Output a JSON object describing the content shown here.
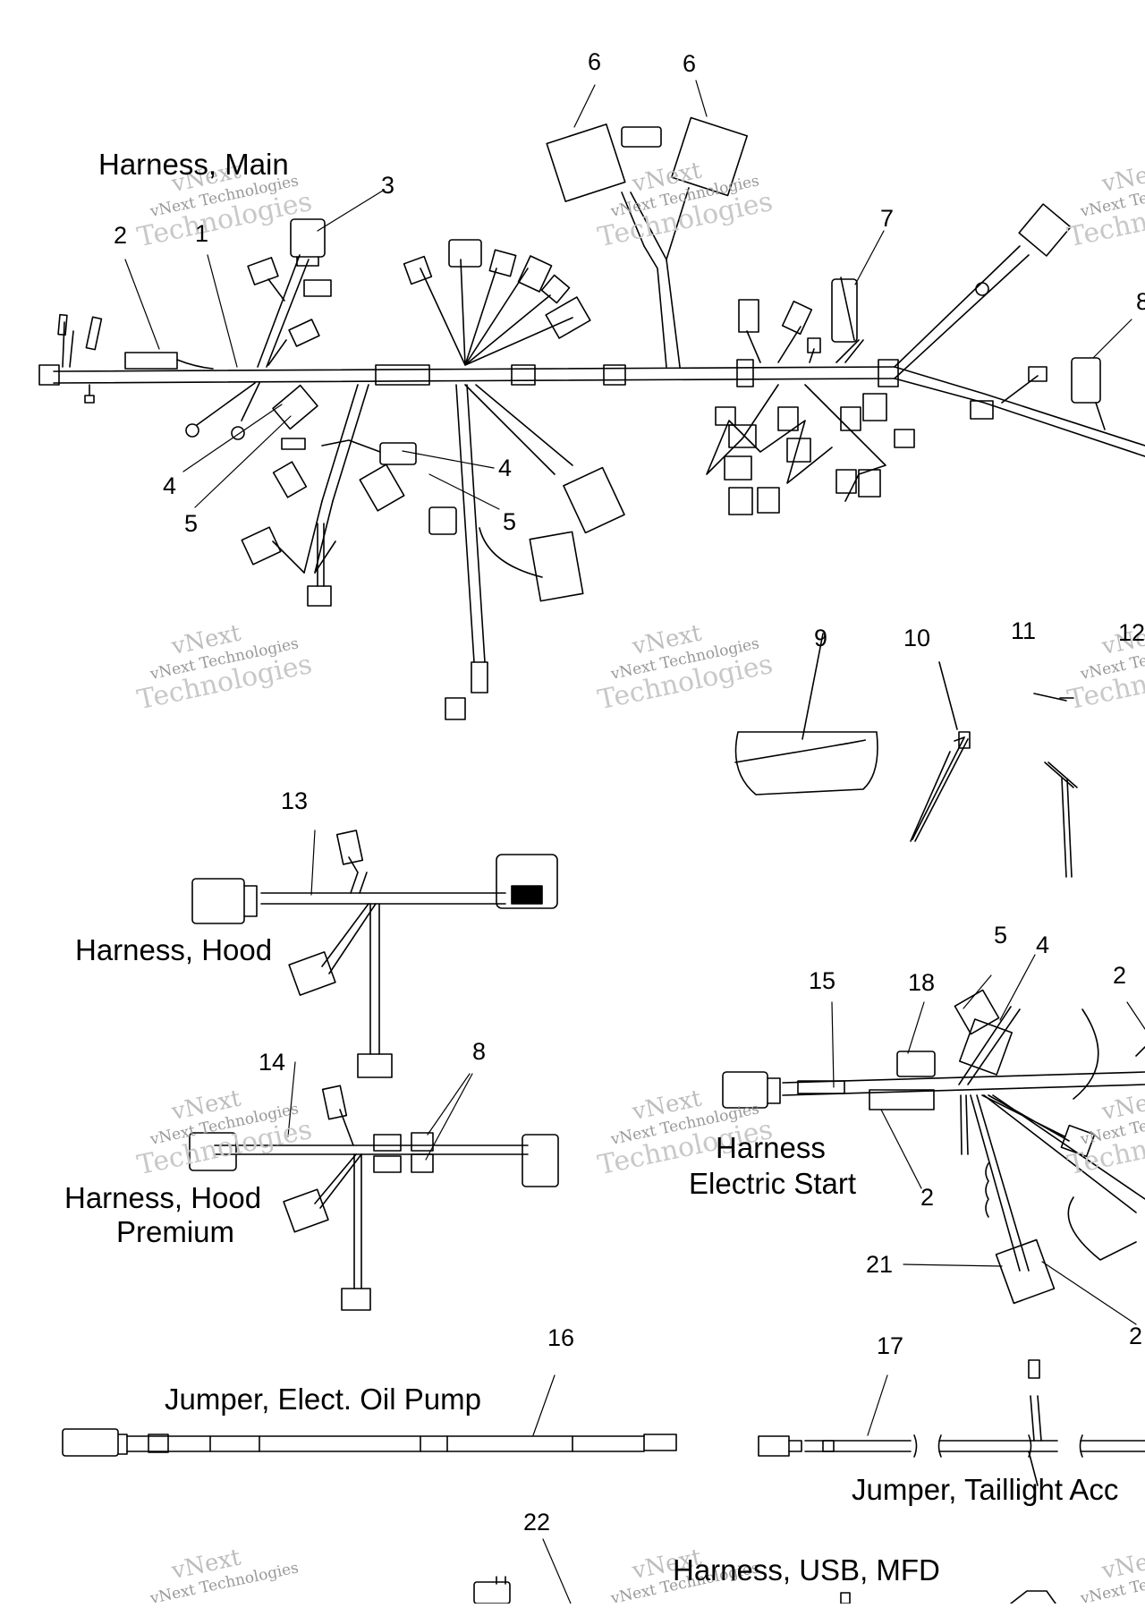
{
  "titles": {
    "harness_main": "Harness, Main",
    "harness_hood": "Harness, Hood",
    "harness_hood_premium_1": "Harness, Hood",
    "harness_hood_premium_2": "Premium",
    "harness_electric_start_1": "Harness",
    "harness_electric_start_2": "Electric Start",
    "jumper_oil_pump": "Jumper, Elect. Oil Pump",
    "jumper_taillight": "Jumper, Taillight Acc",
    "harness_usb_mfd": "Harness, USB, MFD"
  },
  "callouts": {
    "c1": "1",
    "c2a": "2",
    "c3": "3",
    "c4a": "4",
    "c5a": "5",
    "c4b": "4",
    "c5b": "5",
    "c6a": "6",
    "c6b": "6",
    "c7": "7",
    "c8a": "8",
    "c9": "9",
    "c10": "10",
    "c11": "11",
    "c12": "12",
    "c13": "13",
    "c14": "14",
    "c8b": "8",
    "c15": "15",
    "c18": "18",
    "c5c": "5",
    "c4c": "4",
    "c2b": "2",
    "c2c": "2",
    "c21": "21",
    "c20": "2",
    "c16": "16",
    "c17": "17",
    "c22": "22"
  },
  "watermark": {
    "line1": "vNext",
    "line2": "vNext Technologies",
    "line3": "Technologies"
  }
}
